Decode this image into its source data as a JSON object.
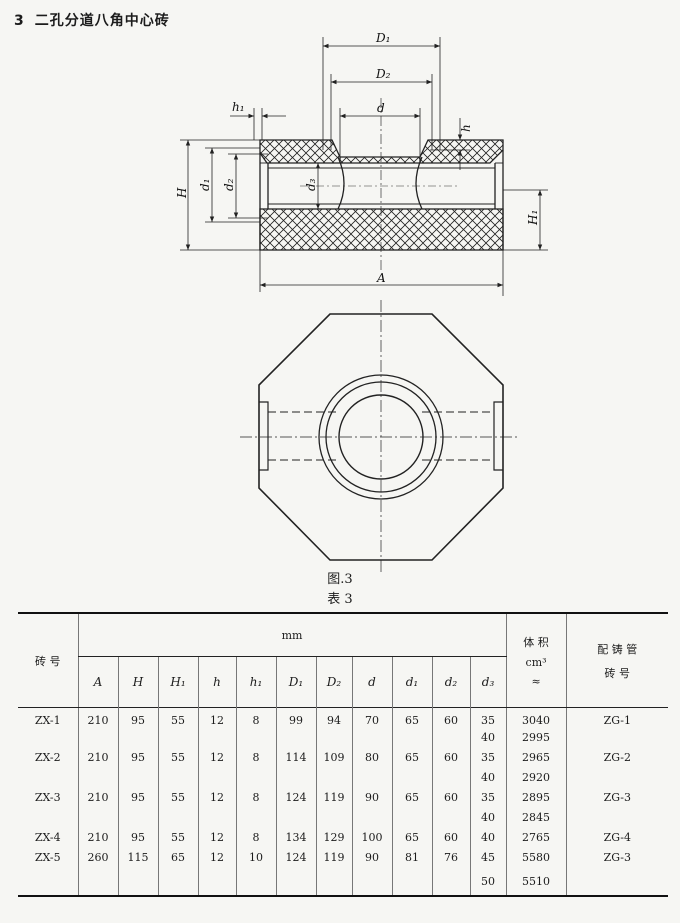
{
  "section": {
    "number": "3",
    "title": "二孔分道八角中心砖"
  },
  "drawing": {
    "labels": {
      "D1": "D₁",
      "D2": "D₂",
      "d": "d",
      "h1": "h₁",
      "h": "h",
      "H": "H",
      "d1": "d₁",
      "d2": "d₂",
      "d3": "d₃",
      "H1": "H₁",
      "A": "A"
    }
  },
  "figure_caption": "图.3",
  "table_caption": "表 3",
  "table": {
    "col_brick_no": "砖 号",
    "col_unit": "mm",
    "col_volume_label": "体 积",
    "col_volume_unit": "cm³",
    "col_volume_approx": "≈",
    "col_pipe_label": "配 铸 管",
    "col_pipe_sub": "砖 号",
    "sub_headers": [
      "A",
      "H",
      "H₁",
      "h",
      "h₁",
      "D₁",
      "D₂",
      "d",
      "d₁",
      "d₂",
      "d₃"
    ],
    "rows": [
      [
        "ZX-1",
        "210",
        "95",
        "55",
        "12",
        "8",
        "99",
        "94",
        "70",
        "65",
        "60",
        "35",
        "3040",
        "ZG-1"
      ],
      [
        "",
        "",
        "",
        "",
        "",
        "",
        "",
        "",
        "",
        "",
        "",
        "40",
        "2995",
        ""
      ],
      [
        "ZX-2",
        "210",
        "95",
        "55",
        "12",
        "8",
        "114",
        "109",
        "80",
        "65",
        "60",
        "35",
        "2965",
        "ZG-2"
      ],
      [
        "",
        "",
        "",
        "",
        "",
        "",
        "",
        "",
        "",
        "",
        "",
        "40",
        "2920",
        ""
      ],
      [
        "ZX-3",
        "210",
        "95",
        "55",
        "12",
        "8",
        "124",
        "119",
        "90",
        "65",
        "60",
        "35",
        "2895",
        "ZG-3"
      ],
      [
        "",
        "",
        "",
        "",
        "",
        "",
        "",
        "",
        "",
        "",
        "",
        "40",
        "2845",
        ""
      ],
      [
        "ZX-4",
        "210",
        "95",
        "55",
        "12",
        "8",
        "134",
        "129",
        "100",
        "65",
        "60",
        "40",
        "2765",
        "ZG-4"
      ],
      [
        "ZX-5",
        "260",
        "115",
        "65",
        "12",
        "10",
        "124",
        "119",
        "90",
        "81",
        "76",
        "45",
        "5580",
        "ZG-3"
      ],
      [
        "",
        "",
        "",
        "",
        "",
        "",
        "",
        "",
        "",
        "",
        "",
        "50",
        "5510",
        ""
      ]
    ]
  }
}
